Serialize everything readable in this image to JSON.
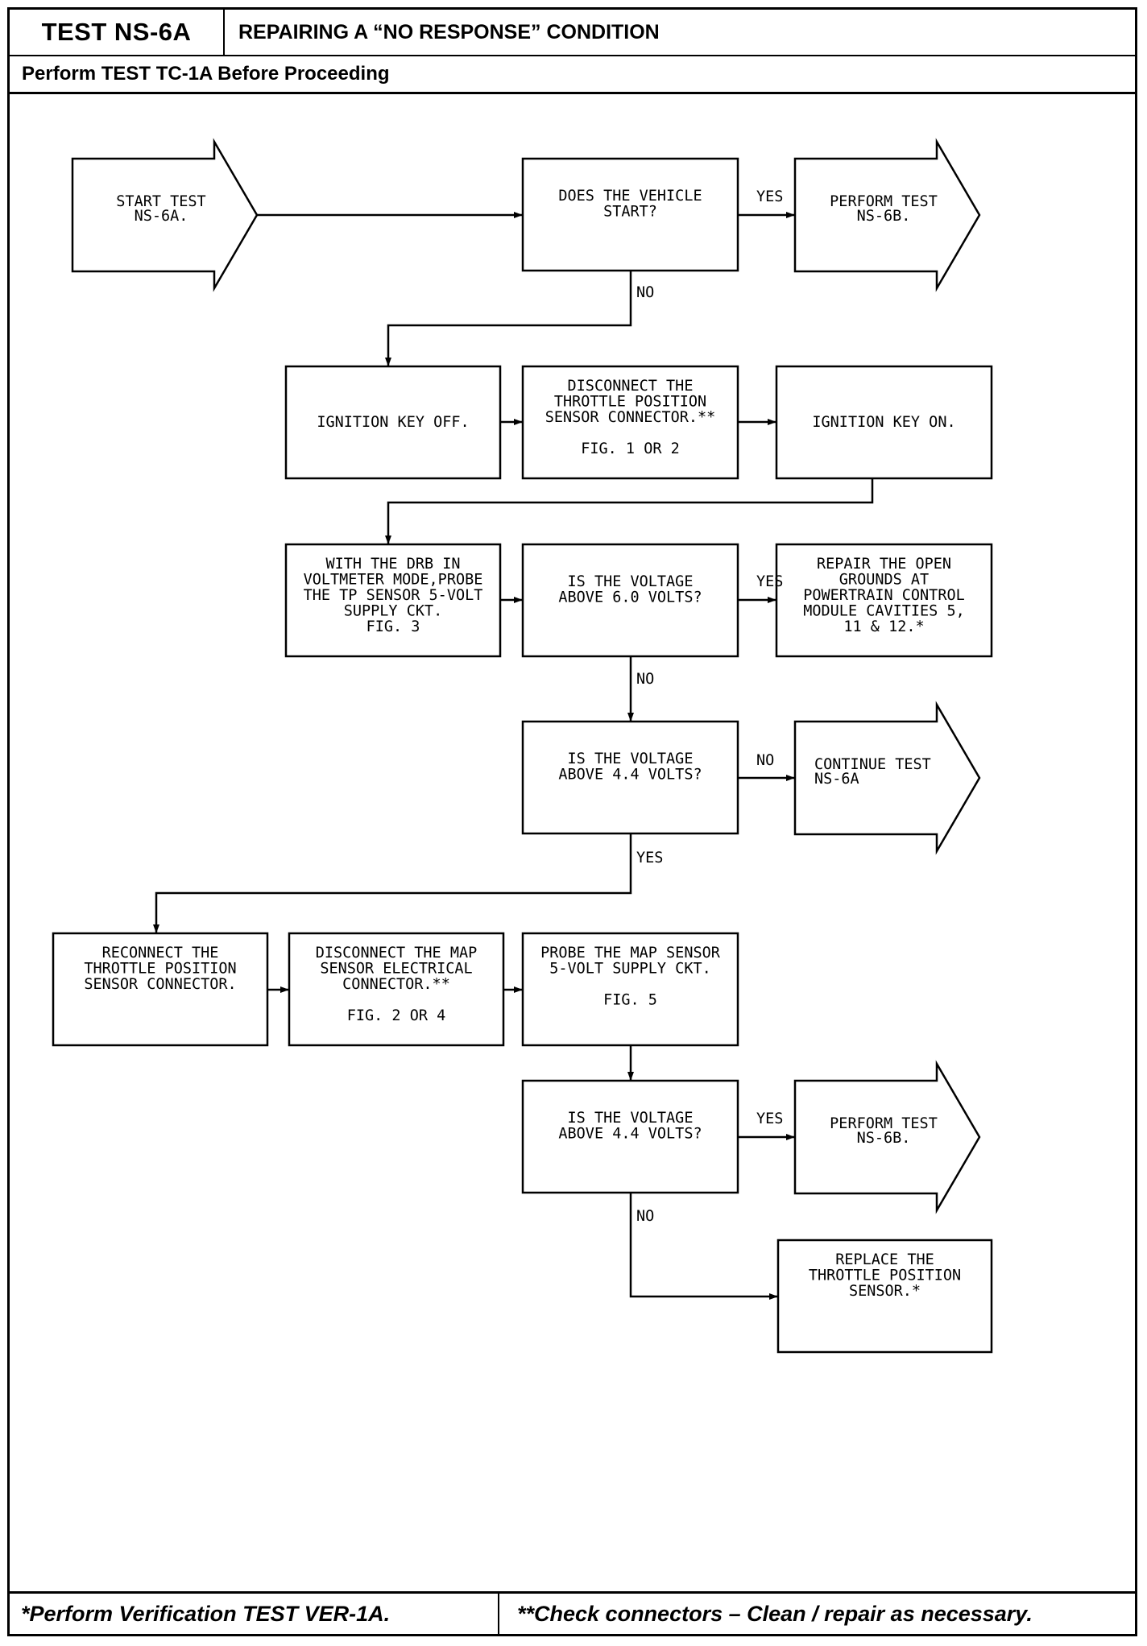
{
  "header": {
    "test_id": "TEST NS-6A",
    "title": "REPAIRING A “NO RESPONSE” CONDITION",
    "prerequisite": "Perform TEST TC-1A Before Proceeding"
  },
  "flowchart": {
    "nodes": {
      "start": [
        "START TEST",
        "NS-6A."
      ],
      "q_vehicle_start": [
        "DOES THE VEHICLE",
        "START?"
      ],
      "perform_ns6b_1": [
        "PERFORM TEST",
        "NS-6B."
      ],
      "ign_key_off": [
        "IGNITION KEY OFF."
      ],
      "disc_tps": [
        "DISCONNECT THE",
        "THROTTLE POSITION",
        "SENSOR CONNECTOR.**",
        "",
        "FIG. 1 OR 2"
      ],
      "ign_key_on": [
        "IGNITION KEY ON."
      ],
      "probe_tp": [
        "WITH THE DRB IN",
        "VOLTMETER MODE,PROBE",
        "THE TP SENSOR 5-VOLT",
        "SUPPLY CKT.",
        "FIG. 3"
      ],
      "q_above_6": [
        "IS THE VOLTAGE",
        "ABOVE 6.0 VOLTS?"
      ],
      "repair_grounds": [
        "REPAIR THE OPEN",
        "GROUNDS AT",
        "POWERTRAIN CONTROL",
        "MODULE CAVITIES 5,",
        "11 & 12.*"
      ],
      "q_above_44_a": [
        "IS THE VOLTAGE",
        "ABOVE 4.4 VOLTS?"
      ],
      "continue_ns6a": [
        "CONTINUE TEST",
        "NS-6A"
      ],
      "reconnect_tps": [
        "RECONNECT THE",
        "THROTTLE POSITION",
        "SENSOR CONNECTOR."
      ],
      "disc_map": [
        "DISCONNECT THE MAP",
        "SENSOR ELECTRICAL",
        "CONNECTOR.**",
        "",
        "FIG. 2 OR 4"
      ],
      "probe_map": [
        "PROBE THE MAP SENSOR",
        "5-VOLT SUPPLY CKT.",
        "",
        "FIG. 5"
      ],
      "q_above_44_b": [
        "IS THE VOLTAGE",
        "ABOVE 4.4 VOLTS?"
      ],
      "perform_ns6b_2": [
        "PERFORM TEST",
        "NS-6B."
      ],
      "replace_tps": [
        "REPLACE THE",
        "THROTTLE POSITION",
        "SENSOR.*"
      ]
    },
    "labels": {
      "yes_1": "YES",
      "no_1": "NO",
      "yes_2": "YES",
      "no_2": "NO",
      "no_3": "NO",
      "yes_3": "YES",
      "yes_4": "YES",
      "no_4": "NO"
    }
  },
  "footer": {
    "left_note": "*Perform Verification TEST VER-1A.",
    "right_note": "**Check connectors – Clean / repair as necessary."
  }
}
